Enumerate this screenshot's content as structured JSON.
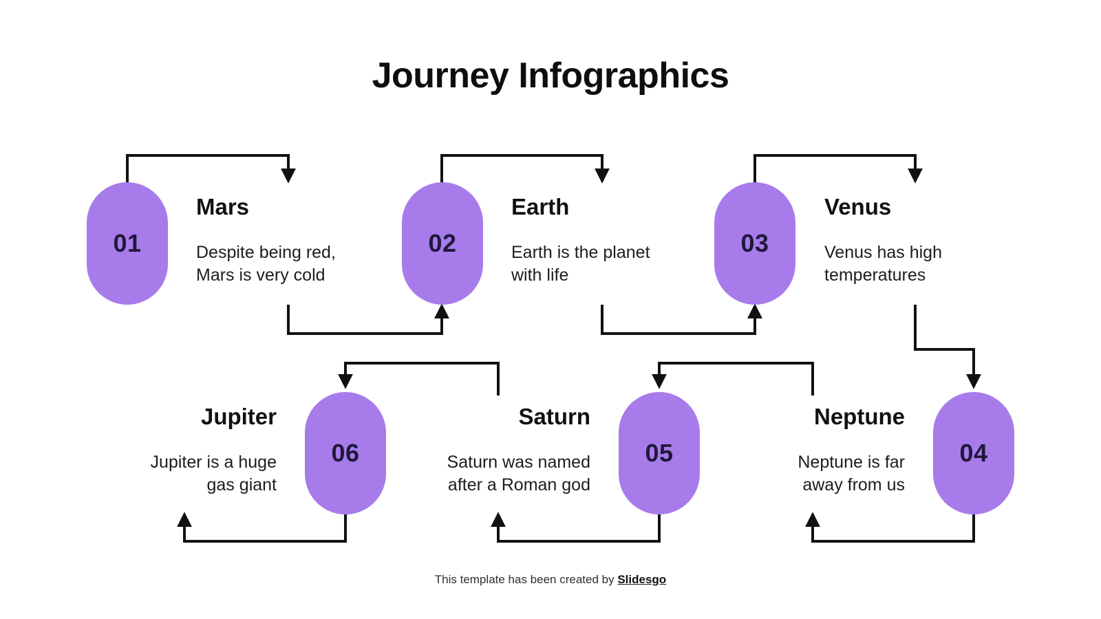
{
  "slide_title": "Journey Infographics",
  "footer": {
    "prefix": "This template has been created by",
    "brand": "Slidesgo"
  },
  "colors": {
    "pill_purple": "#A87BEB",
    "connector_black": "#111111",
    "number_ink": "#20183A",
    "text_ink": "#1D1D1B"
  },
  "nodes": [
    {
      "number": "01",
      "title": "Mars",
      "desc_line1": "Despite being red,",
      "desc_line2": "Mars is very cold"
    },
    {
      "number": "02",
      "title": "Earth",
      "desc_line1": "Earth is the planet",
      "desc_line2": "with life"
    },
    {
      "number": "03",
      "title": "Venus",
      "desc_line1": "Venus has high",
      "desc_line2": "temperatures"
    },
    {
      "number": "04",
      "title": "Neptune",
      "desc_line1": "Neptune is far",
      "desc_line2": "away from us"
    },
    {
      "number": "05",
      "title": "Saturn",
      "desc_line1": "Saturn was named",
      "desc_line2": "after a Roman god"
    },
    {
      "number": "06",
      "title": "Jupiter",
      "desc_line1": "Jupiter is a huge",
      "desc_line2": "gas giant"
    }
  ]
}
